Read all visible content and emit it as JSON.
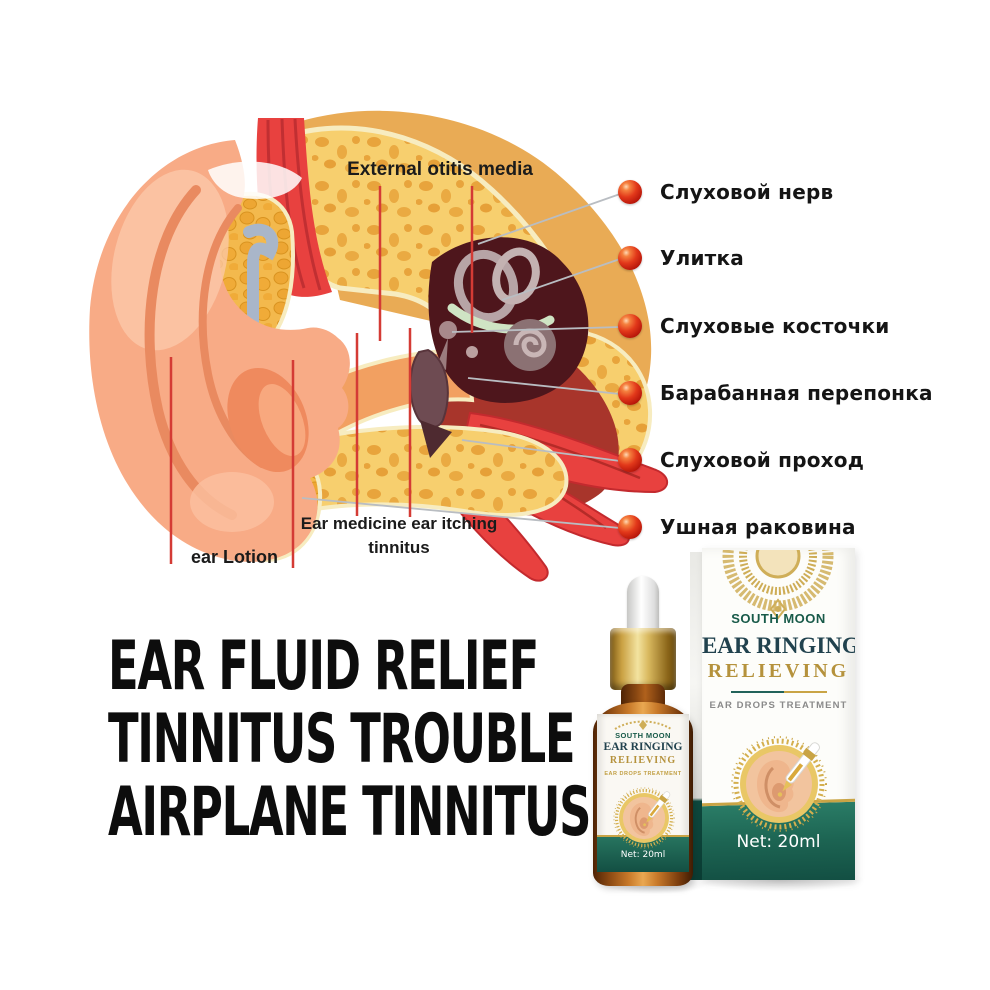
{
  "diagram": {
    "top_label": "External otitis media",
    "ear_lotion_label": "ear Lotion",
    "ear_medicine_label": "Ear medicine ear itching tinnitus",
    "callouts": [
      "Слуховой нерв",
      "Улитка",
      "Слуховые косточки",
      "Барабанная перепонка",
      "Слуховой проход",
      "Ушная раковина"
    ]
  },
  "headline": {
    "line1": "EAR FLUID RELIEF",
    "line2": "TINNITUS TROUBLE",
    "line3": "AIRPLANE TINNITUS"
  },
  "product": {
    "box": {
      "brand": "SOUTH MOON",
      "title_line1": "EAR RINGING",
      "title_line2": "RELIEVING",
      "subtitle": "EAR DROPS TREATMENT",
      "net": "Net:  20ml"
    },
    "bottle": {
      "brand": "SOUTH MOON",
      "title_line1": "EAR RINGING",
      "title_line2": "RELIEVING",
      "subtitle": "EAR DROPS TREATMENT",
      "net": "Net:  20ml"
    }
  },
  "colors": {
    "teal": "#1c6353",
    "gold": "#c9a445",
    "red_dot": "#d2180e",
    "annotation_red": "#d43b35",
    "headline_black": "#0d0d0d"
  }
}
